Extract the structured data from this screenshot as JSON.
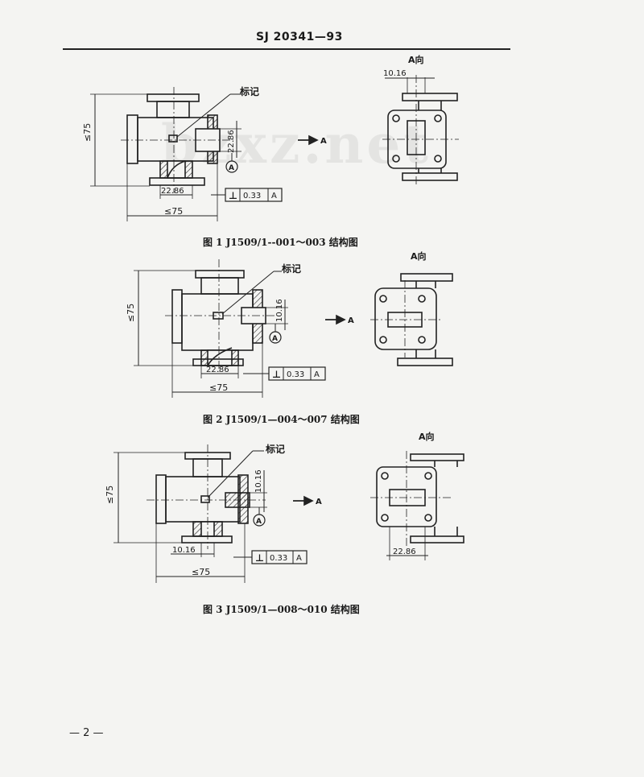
{
  "header": {
    "standard_number": "SJ 20341—93"
  },
  "watermark": "bzxz.net",
  "figures": [
    {
      "caption": "图 1  J1509/1--001～003 结构图",
      "labels": {
        "mark": "标记",
        "view": "A向",
        "view_arrow": "A",
        "dim_height": "≤75",
        "dim_width": "≤75",
        "dim_port_a": "22.86",
        "dim_port_b": "22.86",
        "dim_top": "10.16",
        "datum": "A",
        "tol_symbol": "⊥",
        "tol_value": "0.33",
        "tol_datum": "A"
      }
    },
    {
      "caption": "图 2  J1509/1—004～007 结构图",
      "labels": {
        "mark": "标记",
        "view": "A向",
        "view_arrow": "A",
        "dim_height": "≤75",
        "dim_width": "≤75",
        "dim_port_a": "10.16",
        "dim_port_b": "22.86",
        "datum": "A",
        "tol_symbol": "⊥",
        "tol_value": "0.33",
        "tol_datum": "A"
      }
    },
    {
      "caption": "图 3  J1509/1—008～010 结构图",
      "labels": {
        "mark": "标记",
        "view": "A向",
        "view_arrow": "A",
        "dim_height": "≤75",
        "dim_width": "≤75",
        "dim_port_a": "10.16",
        "dim_port_b": "10.16",
        "dim_bottom": "22.86",
        "datum": "A",
        "tol_symbol": "⊥",
        "tol_value": "0.33",
        "tol_datum": "A"
      }
    }
  ],
  "page_number": "— 2 —"
}
